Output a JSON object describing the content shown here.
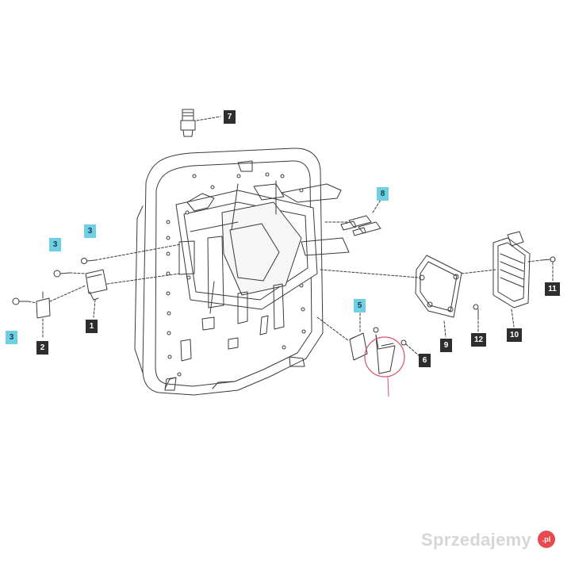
{
  "diagram": {
    "callouts": [
      {
        "id": "c7",
        "label": "7",
        "style": "dark"
      },
      {
        "id": "c8",
        "label": "8",
        "style": "cyan"
      },
      {
        "id": "c3a",
        "label": "3",
        "style": "cyan"
      },
      {
        "id": "c3b",
        "label": "3",
        "style": "cyan"
      },
      {
        "id": "c3c",
        "label": "3",
        "style": "cyan"
      },
      {
        "id": "c1",
        "label": "1",
        "style": "dark"
      },
      {
        "id": "c2",
        "label": "2",
        "style": "dark"
      },
      {
        "id": "c5",
        "label": "5",
        "style": "cyan"
      },
      {
        "id": "c6",
        "label": "6",
        "style": "dark"
      },
      {
        "id": "c9",
        "label": "9",
        "style": "dark"
      },
      {
        "id": "c10",
        "label": "10",
        "style": "dark"
      },
      {
        "id": "c11",
        "label": "11",
        "style": "dark"
      },
      {
        "id": "c12",
        "label": "12",
        "style": "dark"
      }
    ],
    "colors": {
      "line": "#3a3a3a",
      "callout_dark": "#2e2e2e",
      "callout_cyan": "#6fd0e4",
      "highlight_circle": "#d9536b"
    }
  },
  "watermark": {
    "text": "Sprzedajemy",
    "badge": ".pl"
  }
}
